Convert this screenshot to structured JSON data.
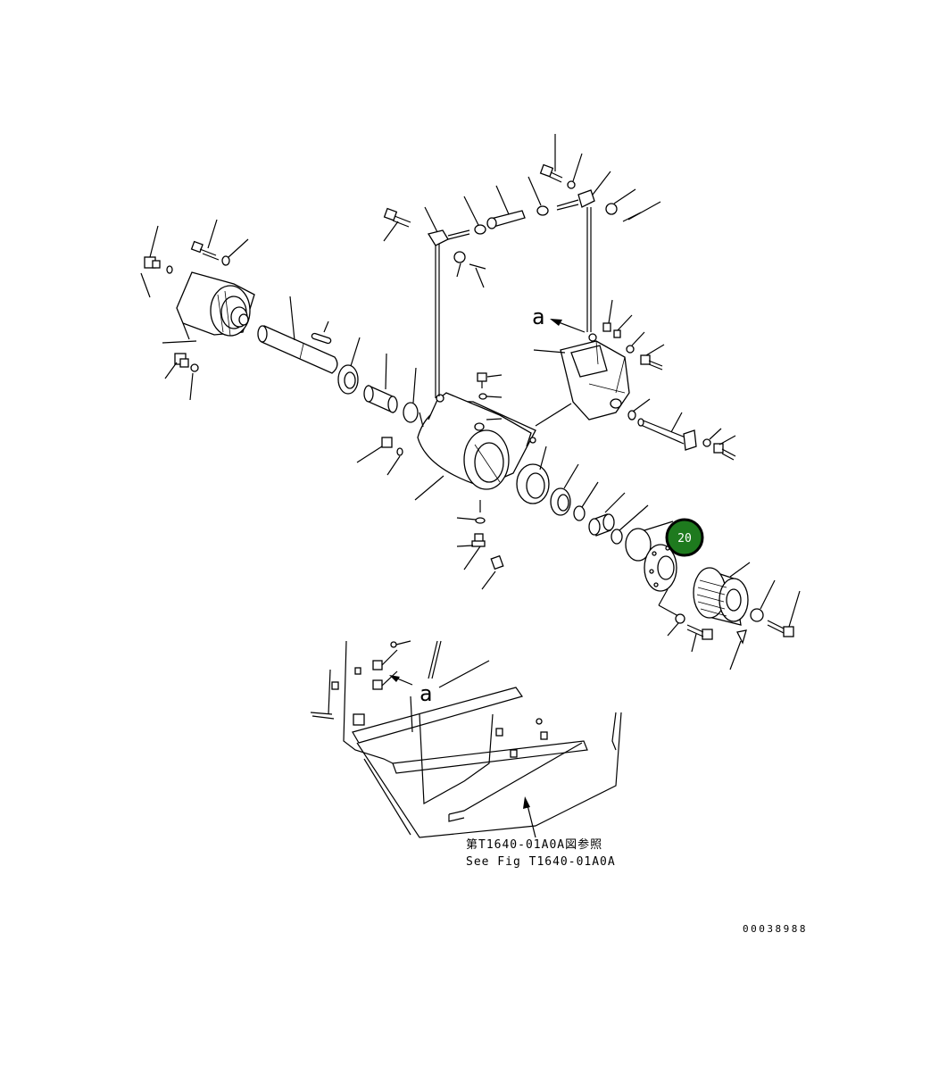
{
  "view_label_a_top": "a",
  "view_label_a_bottom": "a",
  "reference_note": {
    "line1": "第T1640-01A0A図参照",
    "line2": "See Fig T1640-01A0A"
  },
  "callout": {
    "number": "20",
    "color": "#1e7a1e",
    "ring_color": "#000000"
  },
  "drawing_number": "00038988"
}
